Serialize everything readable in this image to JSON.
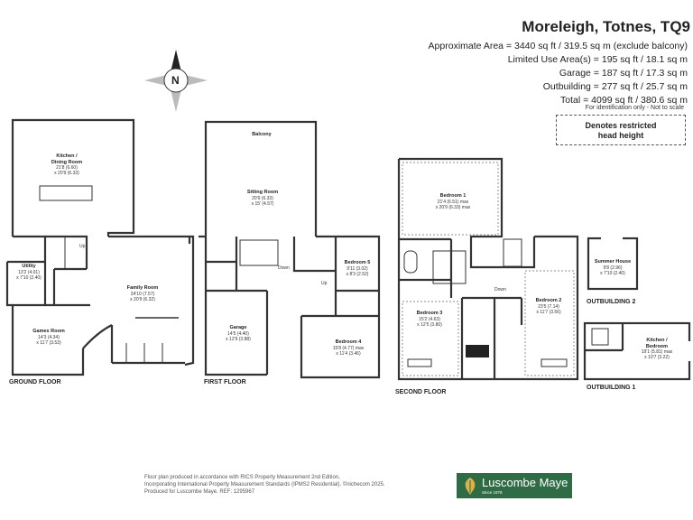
{
  "header": {
    "title": "Moreleigh, Totnes, TQ9",
    "areas": [
      "Approximate Area = 3440 sq ft / 319.5 sq m (exclude balcony)",
      "Limited Use Area(s) = 195 sq ft / 18.1 sq m",
      "Garage = 187 sq ft / 17.3 sq m",
      "Outbuilding = 277  sq ft / 25.7 sq m",
      "Total = 4099 sq ft / 380.6 sq m"
    ],
    "id_note": "For identification only - Not to scale",
    "restricted_line1": "Denotes restricted",
    "restricted_line2": "head height"
  },
  "compass": {
    "letter": "N"
  },
  "floors": {
    "ground": "GROUND FLOOR",
    "first": "FIRST FLOOR",
    "second": "SECOND FLOOR",
    "outbuilding1": "OUTBUILDING 1",
    "outbuilding2": "OUTBUILDING 2"
  },
  "rooms": {
    "kitchen": {
      "name1": "Kitchen /",
      "name2": "Dining Room",
      "dim1": "21'8 (6.60)",
      "dim2": "x 20'9 (6.33)"
    },
    "utility": {
      "name": "Utility",
      "dim1": "13'2 (4.01)",
      "dim2": "x 7'10 (2.40)"
    },
    "family": {
      "name": "Family Room",
      "dim1": "24'10 (7.57)",
      "dim2": "x 20'9 (6.32)"
    },
    "games": {
      "name": "Games Room",
      "dim1": "14'3 (4.34)",
      "dim2": "x 11'7 (3.53)"
    },
    "balcony": {
      "name": "Balcony"
    },
    "sitting": {
      "name": "Sitting Room",
      "dim1": "20'9 (6.33)",
      "dim2": "x 15' (4.57)"
    },
    "garage": {
      "name": "Garage",
      "dim1": "14'5 (4.40)",
      "dim2": "x 12'9 (3.88)"
    },
    "bedroom5": {
      "name": "Bedroom 5",
      "dim1": "9'11 (3.02)",
      "dim2": "x 8'3 (2.52)"
    },
    "bedroom4": {
      "name": "Bedroom 4",
      "dim1": "15'8 (4.77) max",
      "dim2": "x 11'4 (3.46)"
    },
    "bedroom1": {
      "name": "Bedroom 1",
      "dim1": "21'4 (6.51) max",
      "dim2": "x 20'9 (6.33) max"
    },
    "bedroom3": {
      "name": "Bedroom 3",
      "dim1": "15'2 (4.63)",
      "dim2": "x 12'5 (3.80)"
    },
    "bedroom2": {
      "name": "Bedroom 2",
      "dim1": "23'5 (7.14)",
      "dim2": "x 11'7 (3.56)"
    },
    "summer": {
      "name": "Summer House",
      "dim1": "9'8 (2.96)",
      "dim2": "x 7'10 (2.40)"
    },
    "outkitchen": {
      "name1": "Kitchen /",
      "name2": "Bedroom",
      "dim1": "19'1 (5.81) max",
      "dim2": "x 10'7 (3.22)"
    }
  },
  "labels": {
    "up": "Up",
    "down": "Down"
  },
  "footer": {
    "line1": "Floor plan produced in accordance with RICS Property Measurement 2nd Edition,",
    "line2": "Incorporating International Property Measurement Standards (IPMS2 Residential).  ©nichecom 2025.",
    "line3": "Produced for Luscombe Maye.   REF: 1295967"
  },
  "logo": {
    "name": "Luscombe Maye",
    "since": "Since 1978"
  },
  "colors": {
    "wall": "#333333",
    "logo_green": "#2f6b45"
  }
}
